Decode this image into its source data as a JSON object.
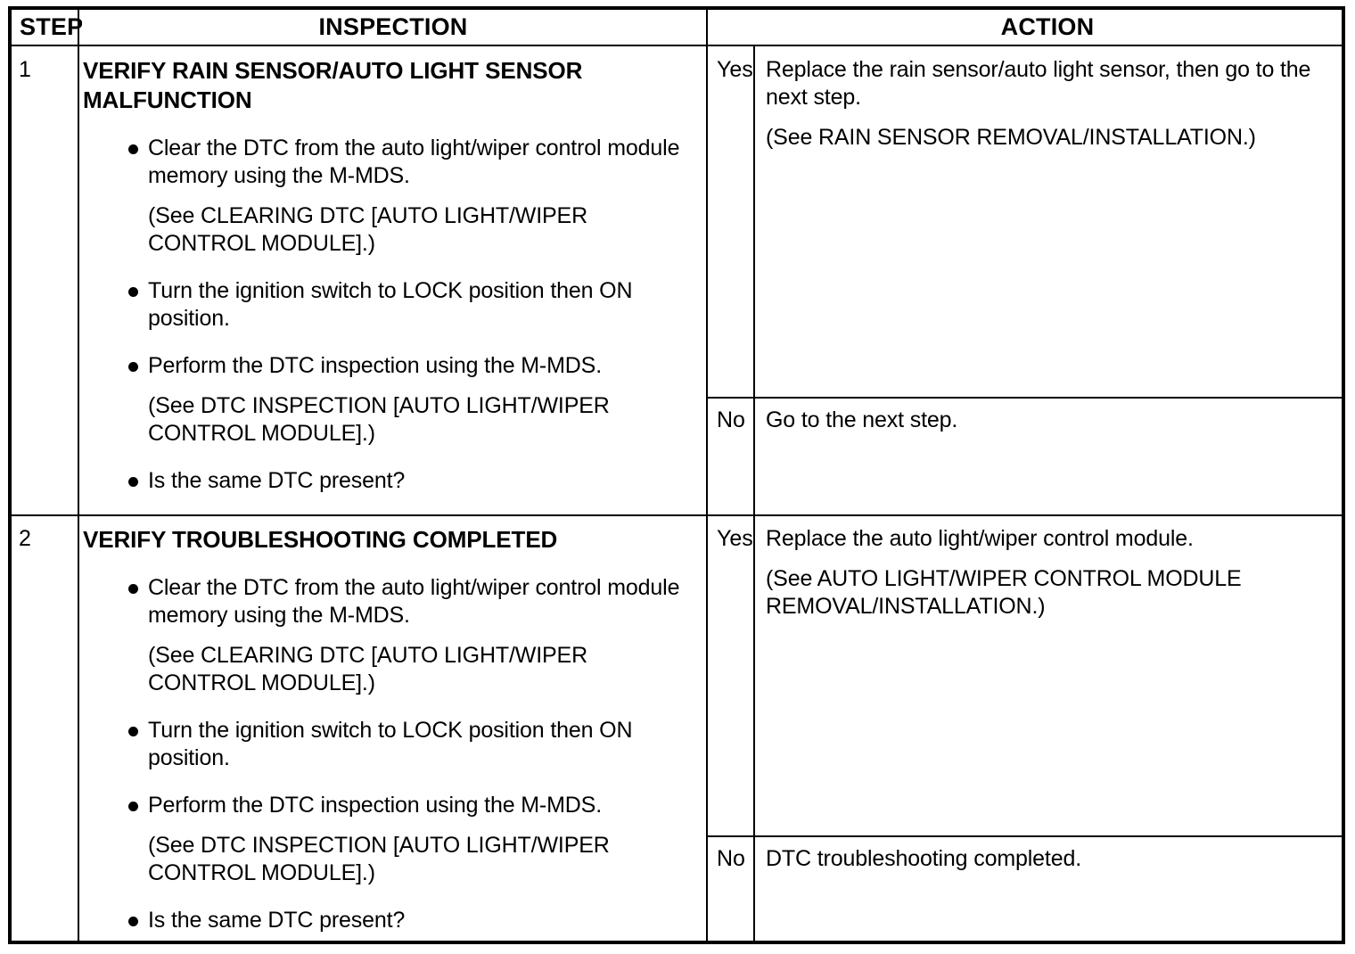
{
  "table": {
    "headers": {
      "step": "STEP",
      "inspection": "INSPECTION",
      "action": "ACTION"
    },
    "steps": [
      {
        "number": "1",
        "title_line1": "VERIFY RAIN SENSOR/AUTO LIGHT SENSOR",
        "title_line2": "MALFUNCTION",
        "bullets": [
          "Clear the DTC from the auto light/wiper control module memory using the M-MDS.",
          "Turn the ignition switch to LOCK position then ON position.",
          "Perform the DTC inspection using the M-MDS.",
          "Is the same DTC present?"
        ],
        "note_after_bullet_1_line1": "(See CLEARING DTC [AUTO LIGHT/WIPER",
        "note_after_bullet_1_line2": "CONTROL MODULE].)",
        "note_after_bullet_3_line1": "(See DTC INSPECTION [AUTO LIGHT/WIPER",
        "note_after_bullet_3_line2": "CONTROL MODULE].)",
        "yes_label": "Yes",
        "yes_action_line1": "Replace the rain sensor/auto light sensor, then go to the",
        "yes_action_line2": "next step.",
        "yes_action_note": "(See RAIN SENSOR REMOVAL/INSTALLATION.)",
        "no_label": "No",
        "no_action": "Go to the next step."
      },
      {
        "number": "2",
        "title_line1": "VERIFY TROUBLESHOOTING COMPLETED",
        "title_line2": "",
        "bullets": [
          "Clear the DTC from the auto light/wiper control module memory using the M-MDS.",
          "Turn the ignition switch to LOCK position then ON position.",
          "Perform the DTC inspection using the M-MDS.",
          "Is the same DTC present?"
        ],
        "note_after_bullet_1_line1": "(See CLEARING DTC [AUTO LIGHT/WIPER",
        "note_after_bullet_1_line2": "CONTROL MODULE].)",
        "note_after_bullet_3_line1": "(See DTC INSPECTION [AUTO LIGHT/WIPER",
        "note_after_bullet_3_line2": "CONTROL MODULE].)",
        "yes_label": "Yes",
        "yes_action_line1": "Replace the auto light/wiper control module.",
        "yes_action_line2": "",
        "yes_action_note_line1": "(See AUTO LIGHT/WIPER CONTROL MODULE",
        "yes_action_note_line2": "REMOVAL/INSTALLATION.)",
        "no_label": "No",
        "no_action": "DTC troubleshooting completed."
      }
    ]
  },
  "colors": {
    "border": "#000000",
    "text": "#000000",
    "background": "#ffffff"
  }
}
